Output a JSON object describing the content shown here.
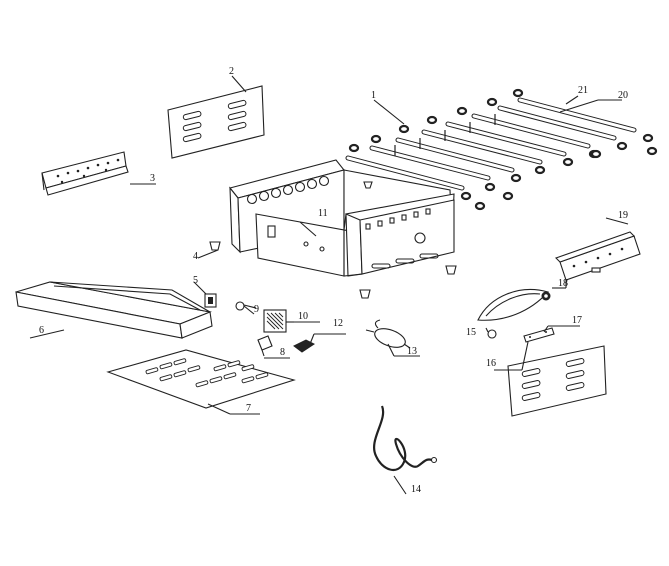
{
  "labels": {
    "p1": "1",
    "p2": "2",
    "p3": "3",
    "p4": "4",
    "p5": "5",
    "p6": "6",
    "p7": "7",
    "p8": "8",
    "p9": "9",
    "p10": "10",
    "p11": "11",
    "p12": "12",
    "p13": "13",
    "p14": "14",
    "p15": "15",
    "p16": "16",
    "p17": "17",
    "p18": "18",
    "p19": "19",
    "p20": "20",
    "p21": "21"
  },
  "colors": {
    "line": "#222222",
    "background": "#ffffff"
  }
}
